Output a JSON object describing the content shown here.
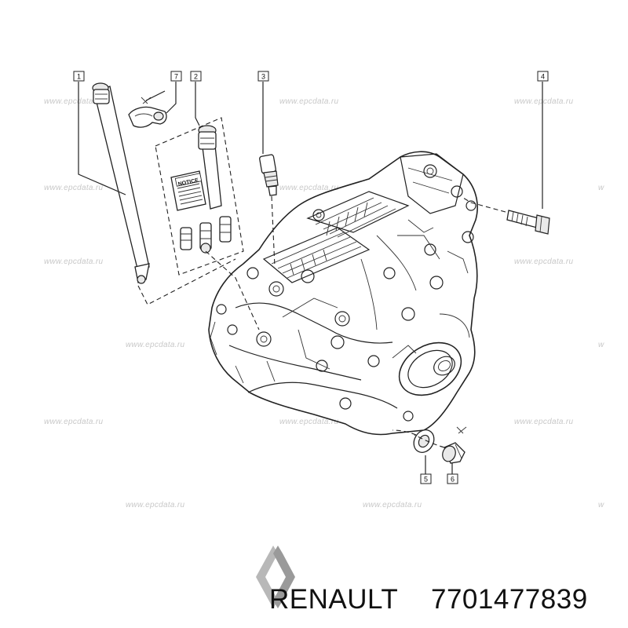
{
  "watermark": {
    "text": "www.epcdata.ru",
    "text_cut": "w"
  },
  "callouts": [
    "1",
    "7",
    "2",
    "3",
    "4",
    "5",
    "6"
  ],
  "notice_label": "NOTICE",
  "caption": {
    "brand": "RENAULT",
    "part_number": "7701477839"
  },
  "logo": "renault-diamond"
}
